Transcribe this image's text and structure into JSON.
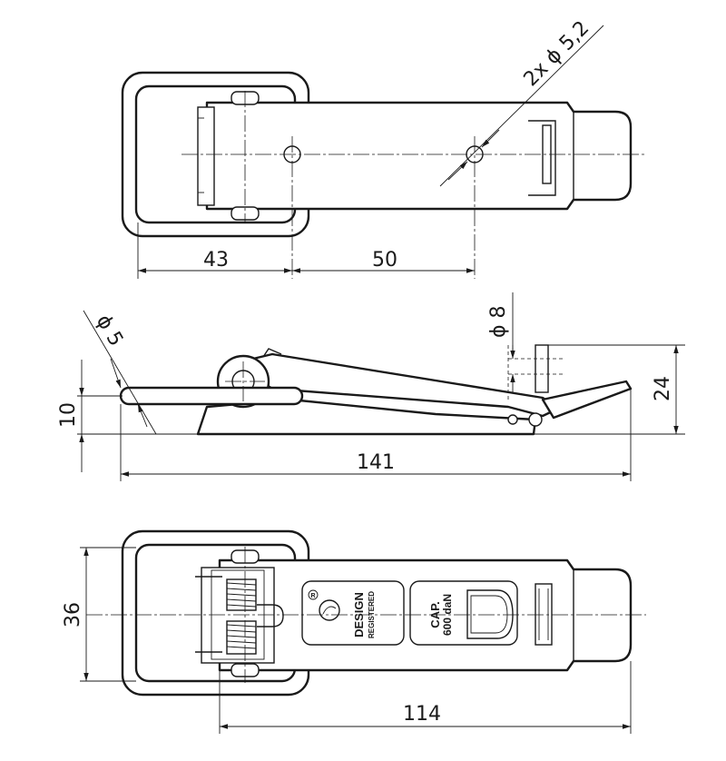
{
  "dimensions": {
    "top_left": "43",
    "top_right": "50",
    "holes": "2x ϕ 5,2",
    "pin_dia": "ϕ 5",
    "hook_dia": "ϕ 8",
    "height_10": "10",
    "height_24": "24",
    "overall_length": "141",
    "width": "36",
    "body_length": "114"
  },
  "labels": {
    "design_line1": "DESIGN",
    "design_line2": "REGISTERED",
    "cap_line1": "CAP.",
    "cap_line2": "600 daN",
    "registered_mark": "R"
  }
}
